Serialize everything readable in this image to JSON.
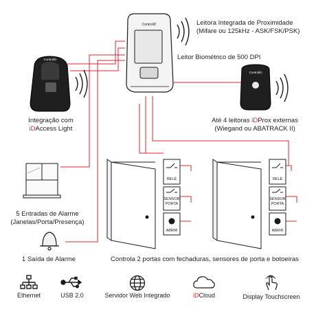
{
  "colors": {
    "wire": "#e0232d",
    "ink": "#1a1a1a",
    "brand_red": "#e0232d"
  },
  "brand": {
    "logo_text": "ControliD"
  },
  "labels": {
    "proximity_1": "Leitora Integrada de Proximidade",
    "proximity_2": "(Mifare ou 125kHz - ASK/FSK/PSK)",
    "biometric": "Leitor Biométrico de 500 DPI",
    "integration_1": "Integração com",
    "integration_2_accent": "iD",
    "integration_2_rest": "Access Light",
    "readers_1_pre": "Até 4 leitoras ",
    "readers_1_accent": "iD",
    "readers_1_post": "Prox externas",
    "readers_2": "(Wiegand ou ABATRACK II)",
    "alarm_inputs_1": "5 Entradas de Alarme",
    "alarm_inputs_2": "(Janelas/Porta/Presença)",
    "alarm_output": "1 Saída de Alarme",
    "doors": "Controla 2 portas com fechaduras, sensores de porta e botoeiras"
  },
  "door_modules": {
    "relay": "RELÉ",
    "sensor_1": "SENSOR",
    "sensor_2": "PORTA",
    "open": "ABRIR"
  },
  "features": [
    {
      "icon": "ethernet-icon",
      "label": "Ethernet"
    },
    {
      "icon": "usb-icon",
      "label": "USB 2.0"
    },
    {
      "icon": "globe-icon",
      "label": "Servidor Web Integrado"
    },
    {
      "icon": "cloud-icon",
      "label_accent": "iD",
      "label": "Cloud"
    },
    {
      "icon": "touch-icon",
      "label": "Display Touchscreen"
    }
  ]
}
